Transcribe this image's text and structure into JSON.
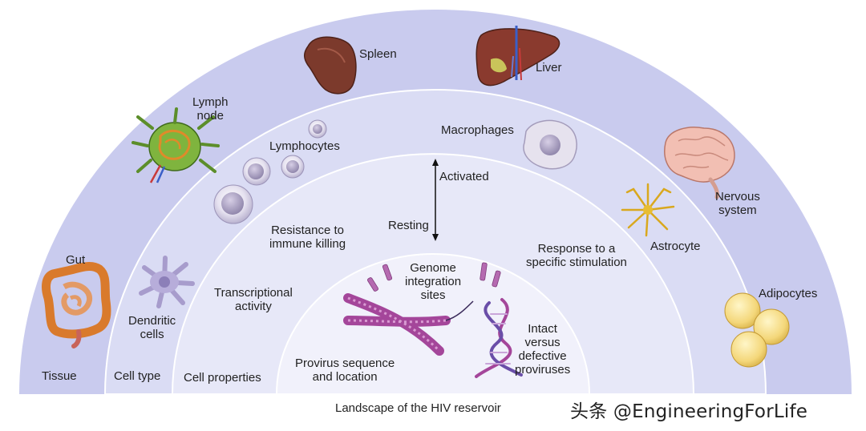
{
  "rings": {
    "tissue": "Tissue",
    "cell_type": "Cell type",
    "cell_properties": "Cell properties"
  },
  "tissues": {
    "spleen": "Spleen",
    "liver": "Liver",
    "lymph_node": "Lymph\nnode",
    "gut": "Gut",
    "nervous_system": "Nervous\nsystem",
    "adipocytes": "Adipocytes"
  },
  "cell_types": {
    "lymphocytes": "Lymphocytes",
    "macrophages": "Macrophages",
    "dendritic_cells": "Dendritic\ncells",
    "astrocyte": "Astrocyte"
  },
  "cell_properties": {
    "activated": "Activated",
    "resting": "Resting",
    "resistance": "Resistance to\nimmune killing",
    "response": "Response to a\nspecific stimulation",
    "transcriptional": "Transcriptional\nactivity"
  },
  "provirus": {
    "genome_integration": "Genome\nintegration\nsites",
    "intact_defective": "Intact\nversus\ndefective\nproviruses",
    "sequence_location": "Provirus sequence\nand location"
  },
  "caption": "Landscape of the HIV reservoir",
  "watermark": "头条 @EngineeringForLife",
  "colors": {
    "outer_ring": "#c9cbee",
    "middle_ring": "#dadcf4",
    "inner_ring": "#e7e8f8",
    "core": "#f1f1fb",
    "chromosome": "#a4469a",
    "organ_red": "#8a3a2e"
  }
}
